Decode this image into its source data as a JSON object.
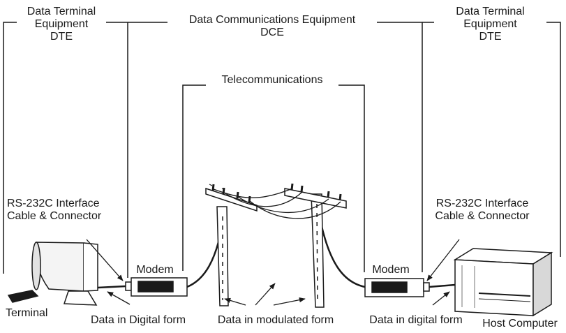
{
  "brackets": {
    "dte_left": [
      "Data Terminal",
      "Equipment",
      "DTE"
    ],
    "dce": [
      "Data Communications Equipment",
      "DCE"
    ],
    "telecom": "Telecommunications",
    "dte_right": [
      "Data Terminal",
      "Equipment",
      "DTE"
    ]
  },
  "interface_left": [
    "RS-232C Interface",
    "Cable & Connector"
  ],
  "interface_right": [
    "RS-232C Interface",
    "Cable & Connector"
  ],
  "devices": {
    "terminal": "Terminal",
    "modem_left": "Modem",
    "modem_right": "Modem",
    "host": "Host Computer"
  },
  "data_forms": {
    "left": "Data in Digital form",
    "middle": "Data in modulated form",
    "right": "Data in digital form"
  },
  "icons": [
    "terminal-icon",
    "modem-icon",
    "telephone-pole-icon",
    "host-computer-icon",
    "arrow-icon"
  ],
  "colors": {
    "ink": "#1a1a1a",
    "paper": "#ffffff"
  }
}
